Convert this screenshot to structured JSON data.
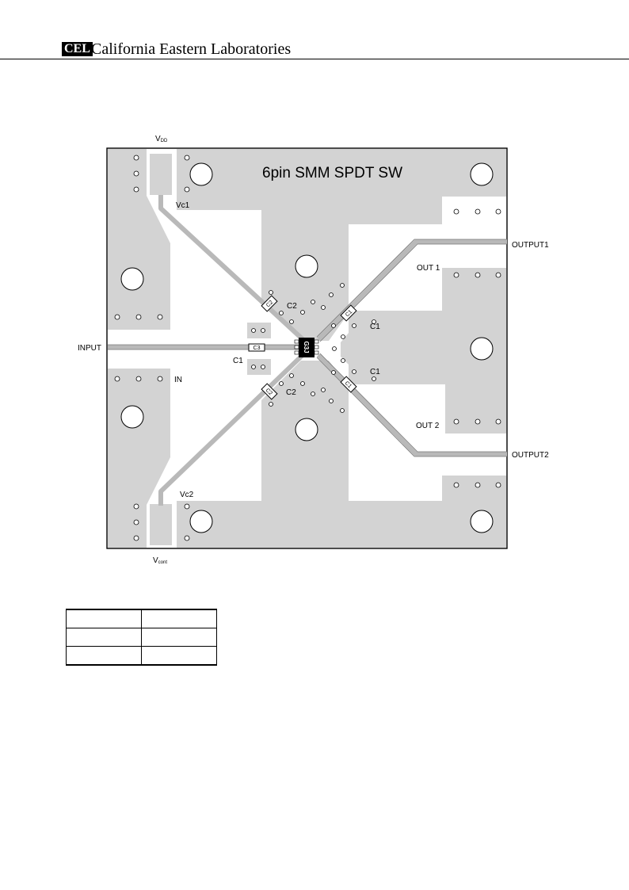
{
  "header": {
    "logo": "CEL",
    "company": "California Eastern Laboratories"
  },
  "diagram": {
    "title": "6pin SMM SPDT SW",
    "chip_marking": "G3J",
    "labels": {
      "vdd": "V",
      "vdd_sub": "DD",
      "vcont": "V",
      "vcont_sub": "cont",
      "vc1": "Vc1",
      "vc2": "Vc2",
      "input": "INPUT",
      "in": "IN",
      "output1": "OUTPUT1",
      "output2": "OUTPUT2",
      "out1": "OUT 1",
      "out2": "OUT 2",
      "c1_left": "C1",
      "c1_top_right": "C1",
      "c1_bottom_right": "C1",
      "c2_top": "C2",
      "c2_bottom": "C2",
      "c3_part": "C3",
      "c2_part": "C2",
      "c1_part": "C1"
    }
  },
  "table": {
    "rows": 3,
    "cols": 2
  }
}
